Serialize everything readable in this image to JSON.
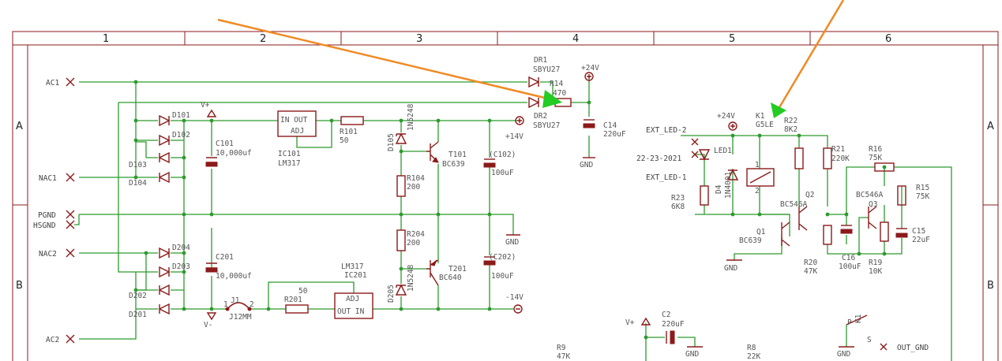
{
  "colors": {
    "frame": "#8b1a1a",
    "wire": "#2e9a2e",
    "part": "#8b1a1a",
    "label": "#555555",
    "arrow": "#f08a24",
    "arrowhead": "#22cc22"
  },
  "grid": {
    "columns": [
      "1",
      "2",
      "3",
      "4",
      "5",
      "6"
    ],
    "rows": [
      "A",
      "B"
    ]
  },
  "ports": {
    "ac1": "AC1",
    "nac1": "NAC1",
    "pgnd": "PGND",
    "hsgnd": "HSGND",
    "nac2": "NAC2",
    "ac2": "AC2",
    "ext_led_2": "EXT_LED-2",
    "ext_led_1": "EXT_LED-1",
    "conn_22": "22-23-2021",
    "out_gnd": "OUT_GND"
  },
  "labels": {
    "d101": "D101",
    "d102": "D102",
    "d103": "D103",
    "d104": "D104",
    "d201": "D201",
    "d202": "D202",
    "d203": "D203",
    "d204": "D204",
    "vplus": "V+",
    "vminus": "V-",
    "c101_name": "C101",
    "c101_val": "10,000uf",
    "c201_name": "C201",
    "c201_val": "10,000uf",
    "ic101_pins": "IN  OUT",
    "ic101_adj": "ADJ",
    "ic101_name": "IC101",
    "ic101_val": "LM317",
    "r101_name": "R101",
    "r101_val": "50",
    "ic201_adj": "ADJ",
    "ic201_pins": "OUT  IN",
    "ic201_name": "IC201",
    "ic201_val": "LM317",
    "r201_name": "R201",
    "r201_val": "50",
    "j1_name": "J1",
    "j1_val": "J12MM",
    "j1_p1": "1",
    "j1_p2": "2",
    "d105_name": "D105",
    "d105_val": "1N5248",
    "d205_name": "D205",
    "d205_val": "1N5248",
    "t101_name": "T101",
    "t101_val": "BC639",
    "t201_name": "T201",
    "t201_val": "BC640",
    "r104_name": "R104",
    "r104_val": "200",
    "r204_name": "R204",
    "r204_val": "200",
    "c102_name": "(C102)",
    "c102_val": "100uF",
    "c202_name": "(C202)",
    "c202_val": "100uF",
    "p14v": "+14V",
    "m14v": "-14V",
    "gnd": "GND",
    "dr1_name": "DR1",
    "dr1_val": "SBYU27",
    "dr2_name": "DR2",
    "dr2_val": "SBYU27",
    "r14_name": "R14",
    "r14_val": "470",
    "p24v": "+24V",
    "c14_name": "C14",
    "c14_val": "220uF",
    "led1": "LED1",
    "d4_name": "D4",
    "d4_val": "1N4001",
    "r23_name": "R23",
    "r23_val": "6K8",
    "k1_name": "K1",
    "k1_val": "G5LE",
    "relay_p1": "1",
    "relay_p2": "2",
    "r22_name": "R22",
    "r22_val": "8K2",
    "r21_name": "R21",
    "r21_val": "220K",
    "r16_name": "R16",
    "r16_val": "75K",
    "r15_name": "R15",
    "r15_val": "75K",
    "q1_name": "Q1",
    "q1_val": "BC639",
    "q2_name": "Q2",
    "q2_val": "BC546A",
    "q3_name": "Q3",
    "q3_val": "BC546A",
    "c16_name": "C16",
    "c16_val": "100uF",
    "c15_name": "C15",
    "c15_val": "22uF",
    "r20_name": "R20",
    "r20_val": "47K",
    "r19_name": "R19",
    "r19_val": "10K",
    "c2_name": "C2",
    "c2_val": "220uF",
    "r9_name": "R9",
    "r9_val": "47K",
    "r8_name": "R8",
    "r8_val": "22K",
    "k1_sw": "K1",
    "sw_p": "P",
    "sw_s": "S"
  },
  "annotations": [
    {
      "type": "arrow",
      "color": "orange",
      "target": "DR2 / R14 diode-resistor junction"
    },
    {
      "type": "arrow",
      "color": "orange",
      "target": "K1 G5LE relay"
    }
  ]
}
